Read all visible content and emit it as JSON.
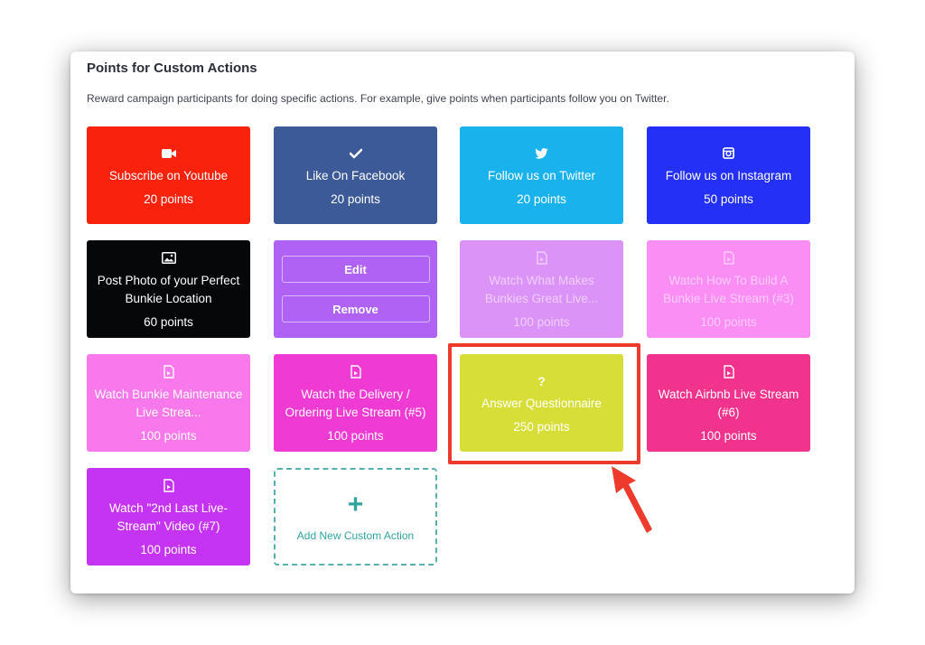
{
  "section": {
    "title": "Points for Custom Actions",
    "description": "Reward campaign participants for doing specific actions. For example, give points when participants follow you on Twitter."
  },
  "cards": [
    {
      "label": "Subscribe on Youtube",
      "points": "20 points",
      "icon": "video-camera-icon",
      "color": "#f9230d"
    },
    {
      "label": "Like On Facebook",
      "points": "20 points",
      "icon": "checkmark-icon",
      "color": "#3d5a98"
    },
    {
      "label": "Follow us on Twitter",
      "points": "20 points",
      "icon": "twitter-bird-icon",
      "color": "#1ab2ec"
    },
    {
      "label": "Follow us on Instagram",
      "points": "50 points",
      "icon": "instagram-icon",
      "color": "#2430f5"
    },
    {
      "label": "Post Photo of your Perfect Bunkie Location",
      "points": "60 points",
      "icon": "image-icon",
      "color": "#050708"
    },
    {
      "label": "Watch What Makes Bunkies Great Live...",
      "points": "100 points",
      "icon": "video-file-icon",
      "color": "#dc93f8"
    },
    {
      "label": "Watch How To Build A Bunkie Live Stream (#3)",
      "points": "100 points",
      "icon": "video-file-icon",
      "color": "#fb8ef4"
    },
    {
      "label": "Watch Bunkie Maintenance Live Strea...",
      "points": "100 points",
      "icon": "video-file-icon",
      "color": "#f978eb"
    },
    {
      "label": "Watch the Delivery / Ordering Live Stream (#5)",
      "points": "100 points",
      "icon": "video-file-icon",
      "color": "#f03ad4"
    },
    {
      "label": "Answer Questionnaire",
      "points": "250 points",
      "icon": "question-mark-icon",
      "color": "#d8de38"
    },
    {
      "label": "Watch Airbnb Live Stream (#6)",
      "points": "100 points",
      "icon": "video-file-icon",
      "color": "#f1338e"
    },
    {
      "label": "Watch \"2nd Last Live-Stream\" Video (#7)",
      "points": "100 points",
      "icon": "video-file-icon",
      "color": "#c634f3"
    }
  ],
  "edit_card": {
    "edit_label": "Edit",
    "remove_label": "Remove",
    "color": "#b062f4"
  },
  "add_card": {
    "plus": "+",
    "label": "Add New Custom Action",
    "color": "#2fa59e"
  },
  "annotation": {
    "highlight_color": "#ee3a2c"
  }
}
